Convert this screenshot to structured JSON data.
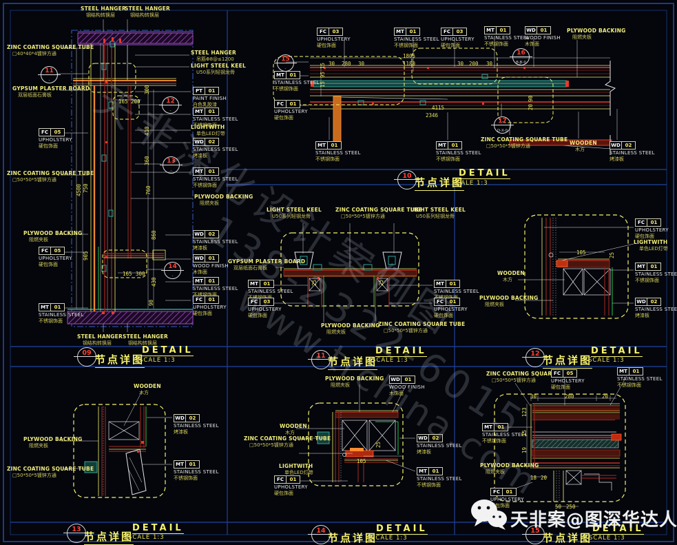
{
  "sheet": {
    "background": "#04060c",
    "frame_color": "#1b3a8a",
    "accent_yellow": "#f7f26a",
    "accent_red": "#e8392a",
    "accent_teal": "#2fa49a",
    "accent_orange": "#e8862e",
    "accent_purple": "#9a4fc0",
    "accent_green": "#27c24a"
  },
  "watermarks": {
    "diagonal_lines": [
      "天非深化设计案例图",
      "138-2322-6015",
      "www.trchina.com"
    ],
    "bottom_text": "天非案@图深华达人",
    "wechat_icon": "wechat-logo"
  },
  "panels": [
    {
      "id": "09",
      "num": "09",
      "title_cn": "节点详图",
      "title_en": "DETAIL",
      "scale": "SCALE 1:3",
      "labels": [
        {
          "en": "STEEL HANGER",
          "cn": "钢结构转换层"
        },
        {
          "en": "STEEL HANGER",
          "cn": "钢结构转换层"
        },
        {
          "en": "ZINC COATING SQUARE TUBE",
          "cn": "□40*40*4镀锌方通"
        },
        {
          "en": "GYPSUM PLASTER BOARD",
          "cn": "双层纸面石膏板"
        },
        {
          "en": "ZINC COATING SQUARE TUBE",
          "cn": "□50*50*5镀锌方通"
        },
        {
          "en": "PLYWOOD BACKING",
          "cn": "阻燃夹板"
        },
        {
          "en": "STEEL HANGER",
          "cn": "钢结构转换层"
        },
        {
          "en": "STEEL HANGER",
          "cn": "钢结构转换层"
        },
        {
          "en": "STEEL HANGER",
          "cn": "吊筋Φ8@≤1200"
        },
        {
          "en": "LIGHT STEEL KEEL",
          "cn": "U50系列轻钢龙骨"
        },
        {
          "en": "LIGHTWITH",
          "cn": "单色LED灯带"
        },
        {
          "en": "PLYWOOD BACKING",
          "cn": "阻燃夹板"
        }
      ],
      "callouts": [
        {
          "code": "FC",
          "num": "05",
          "en": "UPHOLSTERY",
          "cn": "硬包饰面"
        },
        {
          "code": "FC",
          "num": "05",
          "en": "UPHOLSTERY",
          "cn": "硬包饰面"
        },
        {
          "code": "MT",
          "num": "01",
          "en": "STAINLESS STEEL",
          "cn": "不锈钢饰面"
        },
        {
          "code": "PT",
          "num": "01",
          "en": "PAINT FINISH",
          "cn": "白色乳胶漆"
        },
        {
          "code": "MT",
          "num": "01",
          "en": "STAINLESS STEEL",
          "cn": "不锈钢饰面"
        },
        {
          "code": "WD",
          "num": "02",
          "en": "STAINLESS STEEL",
          "cn": "烤漆板"
        },
        {
          "code": "MT",
          "num": "01",
          "en": "STAINLESS STEEL",
          "cn": "不锈钢饰面"
        },
        {
          "code": "WD",
          "num": "02",
          "en": "STAINLESS STEEL",
          "cn": "烤漆板"
        },
        {
          "code": "WD",
          "num": "01",
          "en": "WOOD FINISH",
          "cn": "木饰面"
        },
        {
          "code": "MT",
          "num": "01",
          "en": "STAINLESS STEEL",
          "cn": "不锈钢饰面"
        },
        {
          "code": "FC",
          "num": "01",
          "en": "UPHOLSTERY",
          "cn": "硬包饰面"
        }
      ],
      "markers": [
        {
          "n": "11",
          "sub": "-"
        },
        {
          "n": "12",
          "sub": "-"
        },
        {
          "n": "13",
          "sub": "-"
        },
        {
          "n": "14",
          "sub": "-"
        }
      ],
      "dims": [
        "4500",
        "750",
        "905",
        "760",
        "860",
        "430",
        "90",
        "165",
        "300",
        "300",
        "410",
        "360",
        "165",
        "200"
      ]
    },
    {
      "id": "10",
      "num": "10",
      "title_cn": "节点详图",
      "title_en": "DETAIL",
      "scale": "SCALE 1:3",
      "labels": [
        {
          "en": "PLYWOOD BACKING",
          "cn": "阻燃夹板"
        },
        {
          "en": "ZINC COATING SQUARE TUBE",
          "cn": "□50*50*5镀锌方通"
        },
        {
          "en": "WOODEN",
          "cn": "木方"
        }
      ],
      "callouts": [
        {
          "code": "FC",
          "num": "03",
          "en": "UPHOLSTERY",
          "cn": "硬包饰面"
        },
        {
          "code": "MT",
          "num": "01",
          "en": "STAINLESS STEEL",
          "cn": "不锈钢饰面"
        },
        {
          "code": "FC",
          "num": "03",
          "en": "UPHOLSTERY",
          "cn": "硬包饰面"
        },
        {
          "code": "MT",
          "num": "01",
          "en": "STAINLESS STEEL",
          "cn": "不锈钢饰面"
        },
        {
          "code": "WD",
          "num": "01",
          "en": "WOOD FINISH",
          "cn": "木饰面"
        },
        {
          "code": "MT",
          "num": "01",
          "en": "STAINLESS STEEL",
          "cn": "不锈钢饰面"
        },
        {
          "code": "FC",
          "num": "01",
          "en": "UPHOLSTERY",
          "cn": "硬包饰面"
        },
        {
          "code": "MT",
          "num": "01",
          "en": "STAINLESS STEEL",
          "cn": "不锈钢饰面"
        },
        {
          "code": "MT",
          "num": "01",
          "en": "STAINLESS STEEL",
          "cn": "不锈钢饰面"
        },
        {
          "code": "WD",
          "num": "02",
          "en": "STAINLESS STEEL",
          "cn": "烤漆板"
        }
      ],
      "markers": [
        {
          "n": "15",
          "sub": "-"
        },
        {
          "n": "16",
          "sub": "B-B-0"
        },
        {
          "n": "17",
          "sub": "D-X-0"
        }
      ],
      "dims": [
        "1805",
        "1180",
        "30",
        "280",
        "30",
        "30",
        "200",
        "30",
        "4115",
        "2346",
        "15",
        "95",
        "15",
        "90",
        "20"
      ]
    },
    {
      "id": "11",
      "num": "11",
      "title_cn": "节点详图",
      "title_en": "DETAIL",
      "scale": "SCALE 1:3",
      "labels": [
        {
          "en": "LIGHT STEEL KEEL",
          "cn": "U50系列轻钢龙骨"
        },
        {
          "en": "ZINC COATING SQUARE TUBE",
          "cn": "□50*50*5镀锌方通"
        },
        {
          "en": "LIGHT STEEL KEEL",
          "cn": "U50系列轻钢龙骨"
        },
        {
          "en": "GYPSUM PLASTER BOARD",
          "cn": "双层纸面石膏板"
        },
        {
          "en": "PLYWOOD BACKING",
          "cn": "阻燃夹板"
        },
        {
          "en": "ZINC COATING SQUARE TUBE",
          "cn": "□50*50*5镀锌方通"
        }
      ],
      "callouts": [
        {
          "code": "MT",
          "num": "01",
          "en": "STAINLESS STEEL",
          "cn": "不锈钢饰面"
        },
        {
          "code": "FC",
          "num": "03",
          "en": "UPHOLSTERY",
          "cn": "硬包饰面"
        },
        {
          "code": "MT",
          "num": "01",
          "en": "STAINLESS STEEL",
          "cn": "不锈钢饰面"
        },
        {
          "code": "FC",
          "num": "01",
          "en": "UPHOLSTERY",
          "cn": "硬包饰面"
        }
      ],
      "markers": [],
      "dims": [
        "25",
        "25"
      ]
    },
    {
      "id": "12",
      "num": "12",
      "title_cn": "节点详图",
      "title_en": "DETAIL",
      "scale": "SCALE 1:3",
      "labels": [
        {
          "en": "WOODEN",
          "cn": "木方"
        },
        {
          "en": "PLYWOOD BACKING",
          "cn": "阻燃夹板"
        },
        {
          "en": "LIGHTWITH",
          "cn": "单色LED灯带"
        }
      ],
      "callouts": [
        {
          "code": "FC",
          "num": "01",
          "en": "UPHOLSTERY",
          "cn": "硬包饰面"
        },
        {
          "code": "MT",
          "num": "01",
          "en": "STAINLESS STEEL",
          "cn": "不锈钢饰面"
        },
        {
          "code": "WD",
          "num": "02",
          "en": "STAINLESS STEEL",
          "cn": "烤漆板"
        }
      ],
      "markers": [],
      "dims": [
        "105",
        "25"
      ]
    },
    {
      "id": "13",
      "num": "13",
      "title_cn": "节点详图",
      "title_en": "DETAIL",
      "scale": "SCALE 1:3",
      "labels": [
        {
          "en": "WOODEN",
          "cn": "木方"
        },
        {
          "en": "PLYWOOD BACKING",
          "cn": "阻燃夹板"
        },
        {
          "en": "ZINC COATING SQUARE TUBE",
          "cn": "□50*50*5镀锌方通"
        }
      ],
      "callouts": [
        {
          "code": "WD",
          "num": "02",
          "en": "STAINLESS STEEL",
          "cn": "烤漆板"
        },
        {
          "code": "MT",
          "num": "01",
          "en": "STAINLESS STEEL",
          "cn": "不锈钢饰面"
        }
      ],
      "markers": [],
      "dims": []
    },
    {
      "id": "14",
      "num": "14",
      "title_cn": "节点详图",
      "title_en": "DETAIL",
      "scale": "SCALE 1:3",
      "labels": [
        {
          "en": "PLYWOOD BACKING",
          "cn": "阻燃夹板"
        },
        {
          "en": "WOODEN",
          "cn": "木方"
        },
        {
          "en": "ZINC COATING SQUARE TUBE",
          "cn": "□50*50*5镀锌方通"
        },
        {
          "en": "LIGHTWITH",
          "cn": "单色LED灯带"
        }
      ],
      "callouts": [
        {
          "code": "WD",
          "num": "01",
          "en": "WOOD FINISH",
          "cn": "木饰面"
        },
        {
          "code": "WD",
          "num": "02",
          "en": "STAINLESS STEEL",
          "cn": "烤漆板"
        },
        {
          "code": "MT",
          "num": "01",
          "en": "STAINLESS STEEL",
          "cn": "不锈钢饰面"
        },
        {
          "code": "FC",
          "num": "01",
          "en": "UPHOLSTERY",
          "cn": "硬包饰面"
        }
      ],
      "markers": [],
      "dims": [
        "105",
        "25"
      ]
    },
    {
      "id": "15",
      "num": "15",
      "title_cn": "节点详图",
      "title_en": "DETAIL",
      "scale": "SCALE 1:3",
      "labels": [
        {
          "en": "ZINC COATING SQUARE TUBE",
          "cn": "□50*50*5镀锌方通"
        },
        {
          "en": "PLYWOOD BACKING",
          "cn": "阻燃夹板"
        }
      ],
      "callouts": [
        {
          "code": "FC",
          "num": "05",
          "en": "UPHOLSTERY",
          "cn": "硬包饰面"
        },
        {
          "code": "MT",
          "num": "01",
          "en": "STAINLESS STEEL",
          "cn": "不锈钢饰面"
        },
        {
          "code": "MT",
          "num": "01",
          "en": "STAINLESS STEEL",
          "cn": "不锈钢饰面"
        },
        {
          "code": "FC",
          "num": "01",
          "en": "UPHOLSTERY",
          "cn": "硬包饰面"
        }
      ],
      "markers": [],
      "dims": [
        "30",
        "280",
        "20",
        "123",
        "15",
        "19",
        "18",
        "20",
        "50",
        "250"
      ]
    }
  ]
}
